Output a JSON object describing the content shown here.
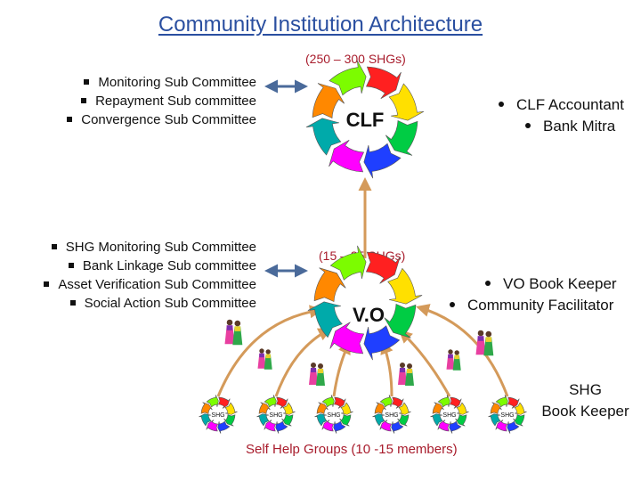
{
  "title": "Community Institution Architecture",
  "clf": {
    "label": "CLF",
    "note": "(250 – 300 SHGs)",
    "committees": [
      "Monitoring Sub Committee",
      "Repayment Sub committee",
      "Convergence Sub Committee"
    ],
    "roles": [
      "CLF Accountant",
      "Bank Mitra"
    ]
  },
  "vo": {
    "label": "V.O",
    "note": "(15 – 25 SHGs)",
    "committees": [
      "SHG Monitoring Sub Committee",
      "Bank Linkage Sub committee",
      "Asset Verification Sub Committee",
      "Social Action Sub Committee"
    ],
    "roles": [
      "VO Book Keeper",
      "Community Facilitator"
    ]
  },
  "shg": {
    "item_label": "SHG",
    "bottom_label": "Self Help Groups (10 -15 members)",
    "book_keeper": [
      "SHG",
      "Book Keeper"
    ]
  },
  "colors": {
    "title": "#2a4fa0",
    "note": "#a81c2c",
    "connector": "#d49a5a",
    "double_arrow": "#4a6a9a",
    "cycle": [
      "#ff2020",
      "#ffe000",
      "#00cc44",
      "#1f3fff",
      "#ff00ff",
      "#00aaaa",
      "#ff8800",
      "#7cfc00"
    ]
  },
  "icons": {
    "cycle": "circular-arrow-cycle-icon",
    "people": "women-group-icon"
  }
}
